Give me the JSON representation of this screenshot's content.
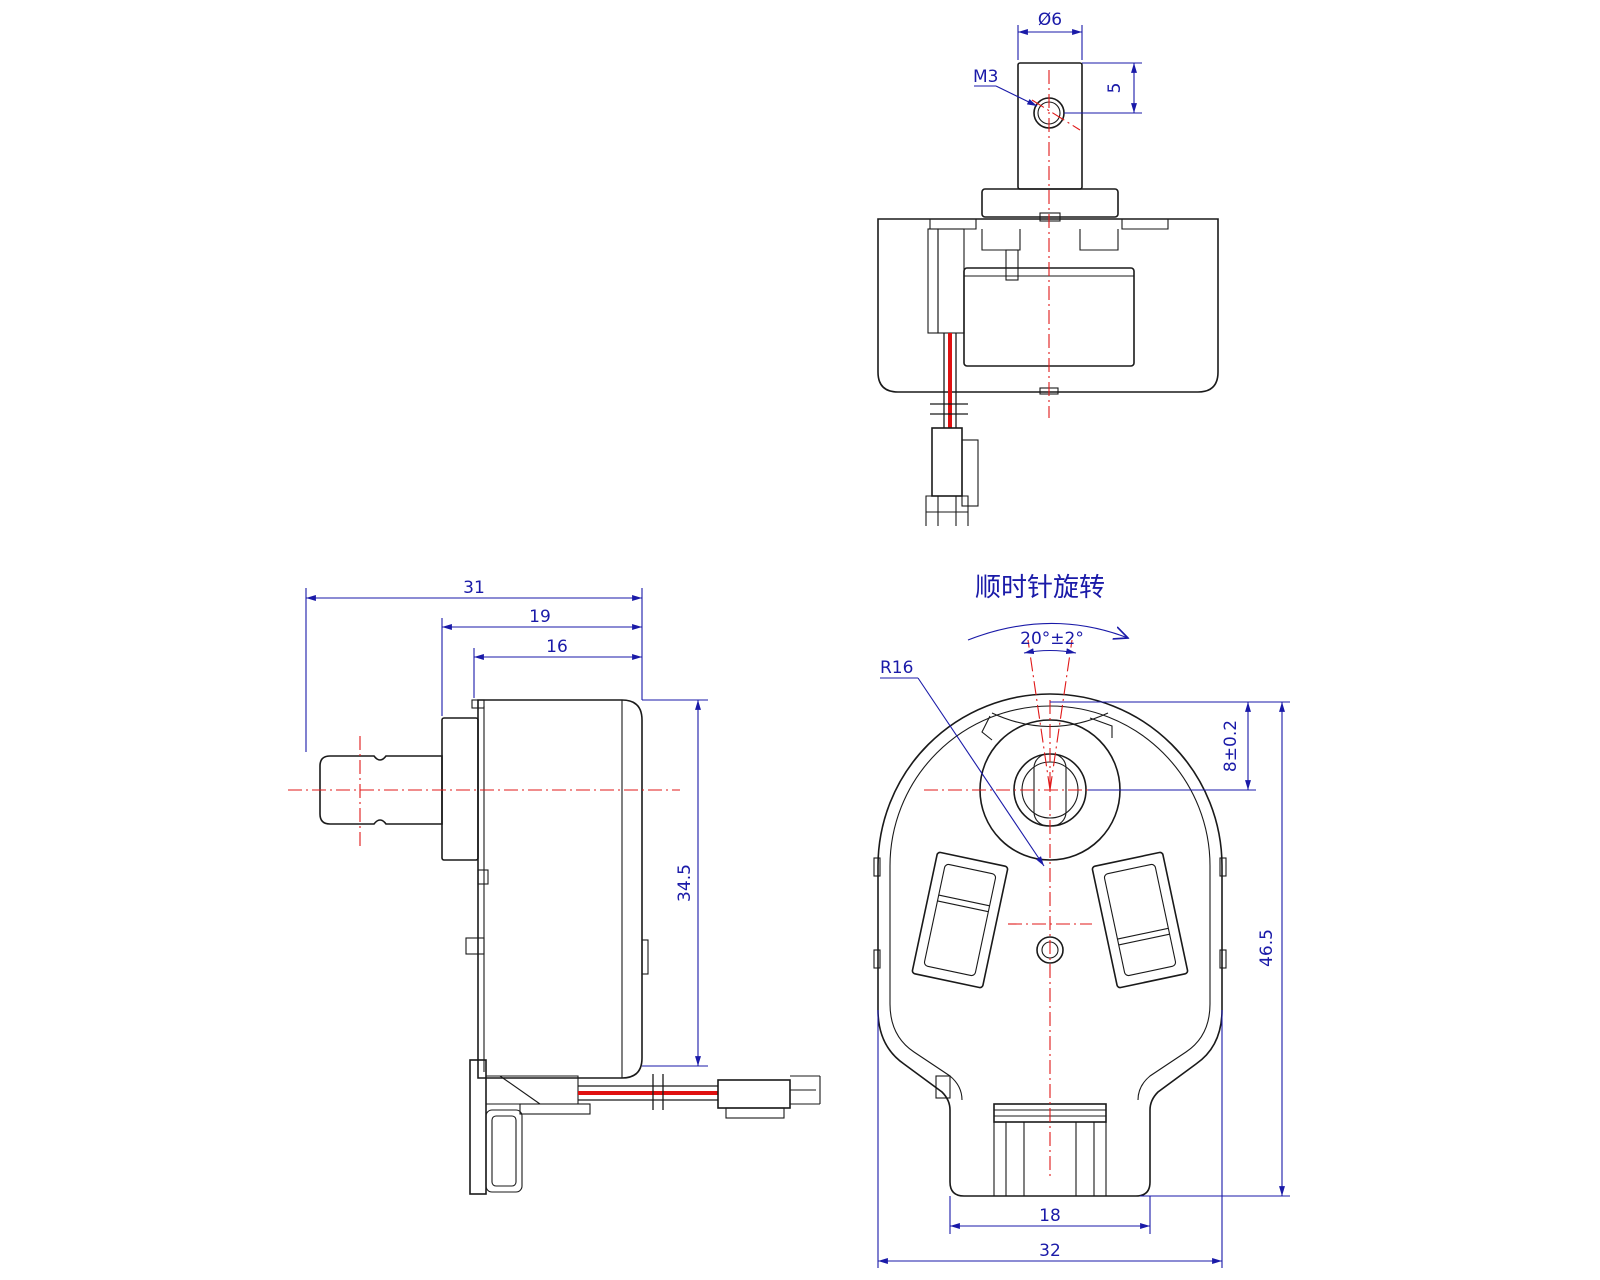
{
  "dimensions": {
    "shaft_diameter": "Ø6",
    "thread": "M3",
    "hole_offset": "5",
    "length_total": "31",
    "length_19": "19",
    "length_16": "16",
    "height_34_5": "34.5",
    "radius": "R16",
    "angle": "20°±2°",
    "offset_8": "8±0.2",
    "height_46_5": "46.5",
    "width_18": "18",
    "width_32": "32"
  },
  "rotation_label": "顺时针旋转",
  "colors": {
    "outline": "#1a1a1a",
    "centerline": "#e01818",
    "dimension": "#1a1aa8",
    "wire_red": "#e01010"
  }
}
